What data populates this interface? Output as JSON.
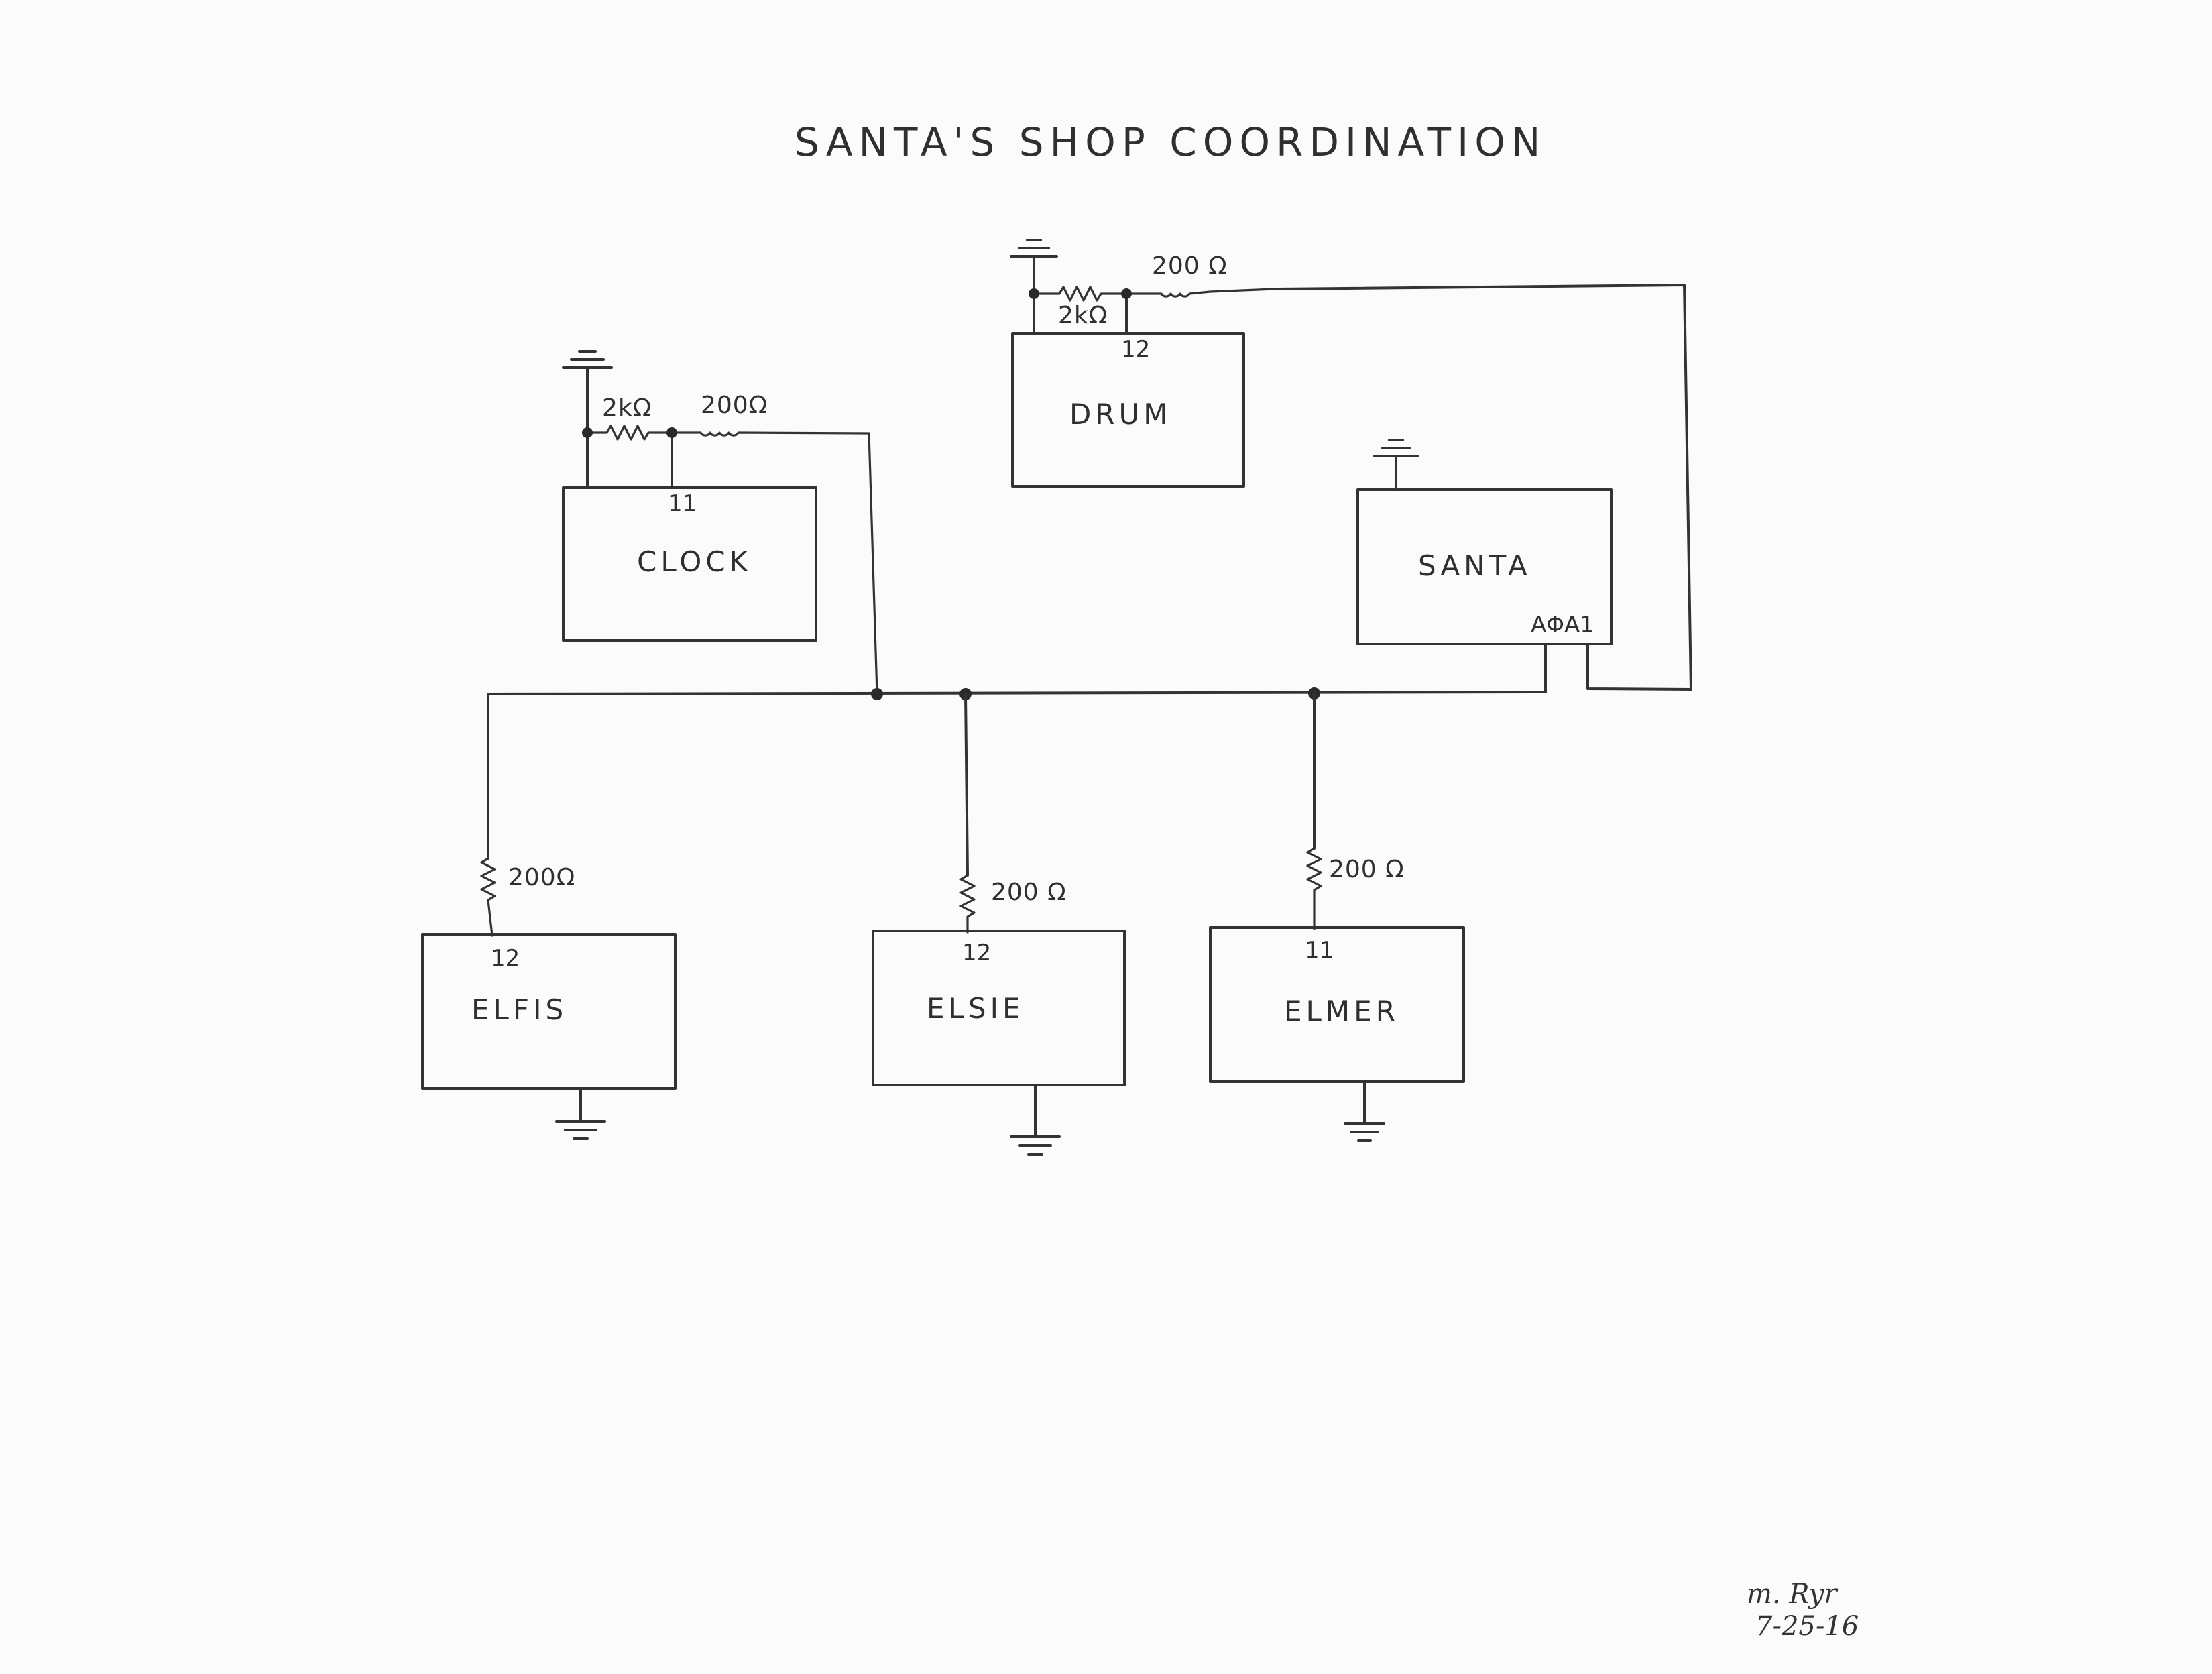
{
  "title": "SANTA'S SHOP COORDINATION",
  "blocks": {
    "drum": {
      "label": "DRUM",
      "pin": "12"
    },
    "clock": {
      "label": "CLOCK",
      "pin": "11"
    },
    "santa": {
      "label": "SANTA",
      "pins": "AΦA1"
    },
    "elfis": {
      "label": "ELFIS",
      "pin": "12"
    },
    "elsie": {
      "label": "ELSIE",
      "pin": "12"
    },
    "elmer": {
      "label": "ELMER",
      "pin": "11"
    }
  },
  "resistors": {
    "drum_pulldown": "2kΩ",
    "drum_series": "200 Ω",
    "clock_pulldown": "2kΩ",
    "clock_series": "200Ω",
    "elfis_series": "200Ω",
    "elsie_series": "200 Ω",
    "elmer_series": "200 Ω"
  },
  "signature": {
    "initials": "m. Ryr",
    "date": "7-25-16"
  }
}
